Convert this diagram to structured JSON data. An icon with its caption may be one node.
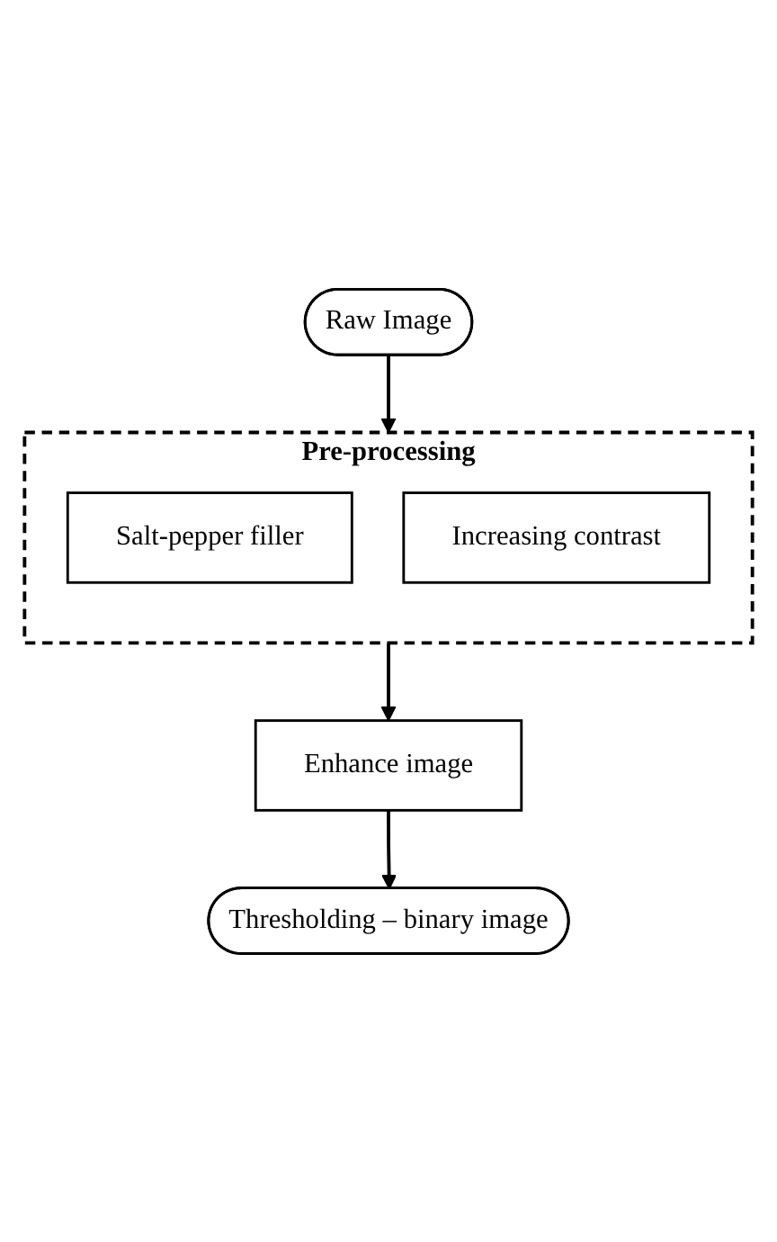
{
  "diagram": {
    "nodes": [
      {
        "text": [
          "Raw Image"
        ]
      },
      {
        "text": [
          "Pre-processing"
        ]
      },
      {
        "text": [
          "Salt-pepper filler"
        ],
        "in": 1
      },
      {
        "text": [
          "Increasing contrast"
        ],
        "in": 1
      },
      {
        "text": [
          "Enhance image"
        ]
      },
      {
        "text": [
          "Thresholding – binary image"
        ]
      }
    ],
    "edges": [
      {
        "from": 0,
        "to": 1,
        "arrow": "to"
      },
      {
        "from": 1,
        "to": 4,
        "arrow": "to"
      },
      {
        "from": 4,
        "to": 5,
        "arrow": "to"
      }
    ]
  }
}
